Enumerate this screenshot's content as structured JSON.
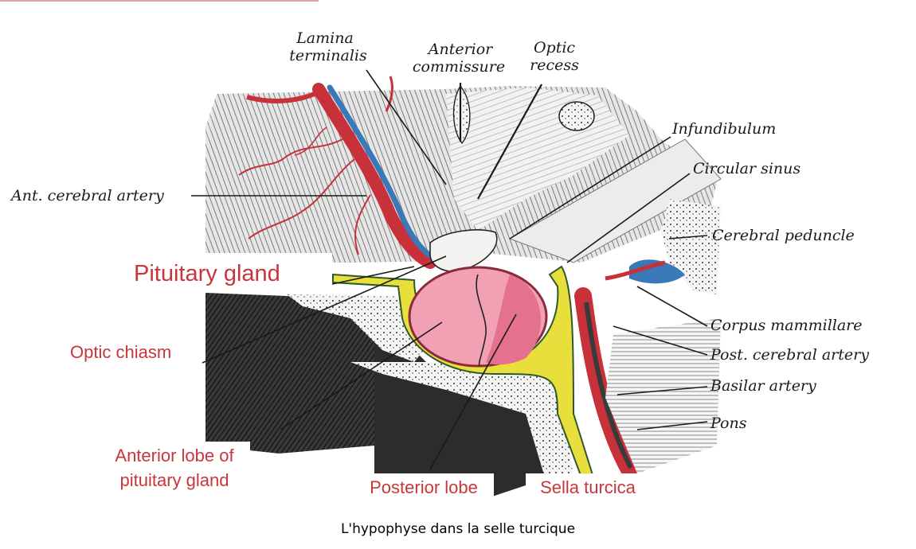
{
  "labels": {
    "lamina_terminalis": [
      "Lamina",
      "terminalis"
    ],
    "anterior_commissure": [
      "Anterior",
      "commissure"
    ],
    "optic_recess": [
      "Optic",
      "recess"
    ],
    "infundibulum": "Infundibulum",
    "circular_sinus": "Circular sinus",
    "ant_cerebral_artery": "Ant. cerebral artery",
    "cerebral_peduncle": "Cerebral peduncle",
    "corpus_mammillare": "Corpus mammillare",
    "post_cerebral_artery": "Post. cerebral artery",
    "basilar_artery": "Basilar artery",
    "pons": "Pons",
    "pituitary_gland": "Pituitary gland",
    "optic_chiasm": "Optic chiasm",
    "anterior_lobe": [
      "Anterior lobe of",
      "pituitary gland"
    ],
    "posterior_lobe": "Posterior lobe",
    "sella_turcica": "Sella turcica"
  },
  "caption": "L'hypophyse dans la selle turcique",
  "colors": {
    "artery_red": "#c8303a",
    "vein_blue": "#3a78b8",
    "gland_pink": "#f2a0b4",
    "dura_yellow": "#e8df3c",
    "label_red": "#c8363a",
    "tissue_gray": "#8c8c8c"
  }
}
